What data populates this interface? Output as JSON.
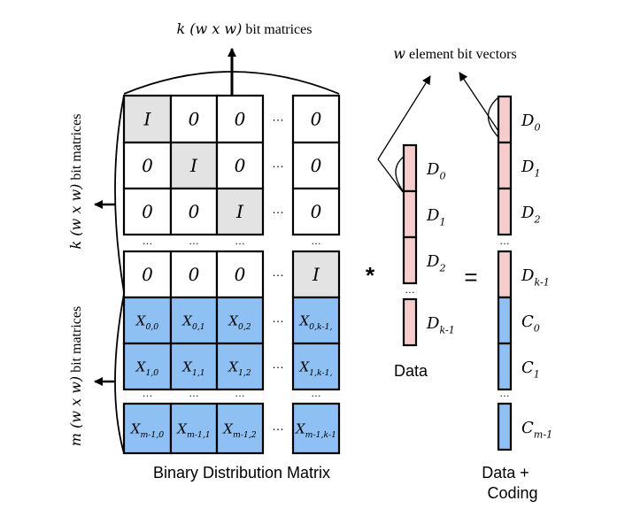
{
  "top_label": {
    "italic": "k (w x w)",
    "rest": " bit matrices"
  },
  "left_top_label": {
    "italic": "k (w x w)",
    "rest": " bit matrices"
  },
  "left_bottom_label": {
    "italic": "m (w x w)",
    "rest": " bit matrices"
  },
  "vectors_label": {
    "italic": "w",
    "rest": " element bit vectors"
  },
  "matrix_caption": "Binary Distribution Matrix",
  "data_caption": "Data",
  "coding_caption": [
    "Data +",
    "Coding"
  ],
  "multiply_symbol": "*",
  "equals_symbol": "=",
  "ellipsis": "…",
  "colors": {
    "identity_fill": "#e3e3e3",
    "coding_fill": "#8fc0f4",
    "data_fill": "#f7cccc",
    "stroke": "#000000"
  },
  "matrix": {
    "identity_rows": [
      [
        {
          "base": "I",
          "sub": ""
        },
        {
          "base": "0",
          "sub": ""
        },
        {
          "base": "0",
          "sub": ""
        },
        {
          "base": "0",
          "sub": ""
        }
      ],
      [
        {
          "base": "0",
          "sub": ""
        },
        {
          "base": "I",
          "sub": ""
        },
        {
          "base": "0",
          "sub": ""
        },
        {
          "base": "0",
          "sub": ""
        }
      ],
      [
        {
          "base": "0",
          "sub": ""
        },
        {
          "base": "0",
          "sub": ""
        },
        {
          "base": "I",
          "sub": ""
        },
        {
          "base": "0",
          "sub": ""
        }
      ],
      [
        {
          "base": "0",
          "sub": ""
        },
        {
          "base": "0",
          "sub": ""
        },
        {
          "base": "0",
          "sub": ""
        },
        {
          "base": "I",
          "sub": ""
        }
      ]
    ],
    "coding_rows": [
      [
        {
          "base": "X",
          "sub": "0,0"
        },
        {
          "base": "X",
          "sub": "0,1"
        },
        {
          "base": "X",
          "sub": "0,2"
        },
        {
          "base": "X",
          "sub": "0,k-1,"
        }
      ],
      [
        {
          "base": "X",
          "sub": "1,0"
        },
        {
          "base": "X",
          "sub": "1,1"
        },
        {
          "base": "X",
          "sub": "1,2"
        },
        {
          "base": "X",
          "sub": "1,k-1,"
        }
      ],
      [
        {
          "base": "X",
          "sub": "m-1,0"
        },
        {
          "base": "X",
          "sub": "m-1,1"
        },
        {
          "base": "X",
          "sub": "m-1,2"
        },
        {
          "base": "X",
          "sub": "m-1,k-1"
        }
      ]
    ]
  },
  "data_vector": [
    {
      "base": "D",
      "sub": "0"
    },
    {
      "base": "D",
      "sub": "1"
    },
    {
      "base": "D",
      "sub": "2"
    },
    {
      "base": "D",
      "sub": "k-1"
    }
  ],
  "result_vector": {
    "data": [
      {
        "base": "D",
        "sub": "0"
      },
      {
        "base": "D",
        "sub": "1"
      },
      {
        "base": "D",
        "sub": "2"
      },
      {
        "base": "D",
        "sub": "k-1"
      }
    ],
    "coding": [
      {
        "base": "C",
        "sub": "0"
      },
      {
        "base": "C",
        "sub": "1"
      },
      {
        "base": "C",
        "sub": "m-1"
      }
    ]
  }
}
